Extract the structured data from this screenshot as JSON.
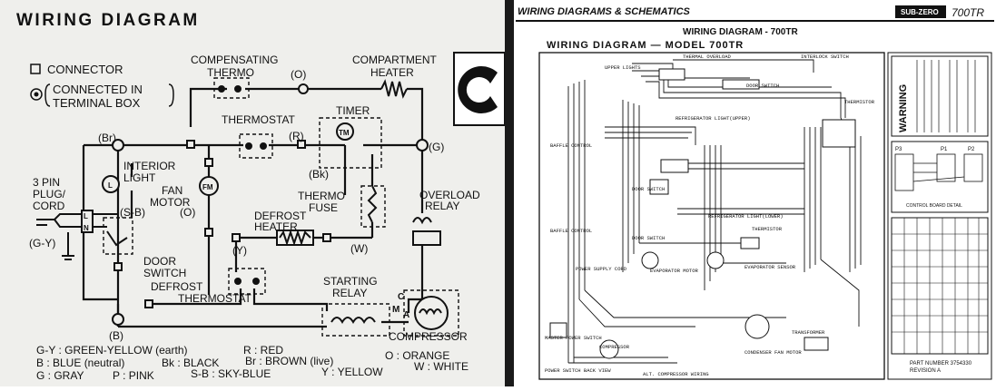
{
  "left": {
    "title": "WIRING DIAGRAM",
    "legend": {
      "connector": "CONNECTOR",
      "connected_line1": "CONNECTED IN",
      "connected_line2": "TERMINAL BOX"
    },
    "labels": {
      "compensating_thermo_1": "COMPENSATING",
      "compensating_thermo_2": "THERMO",
      "o_top": "(O)",
      "compartment_heater_1": "COMPARTMENT",
      "compartment_heater_2": "HEATER",
      "thermostat": "THERMOSTAT",
      "timer": "TIMER",
      "tm": "TM",
      "r_mid": "(R)",
      "br": "(Br)",
      "g": "(G)",
      "bk": "(Bk)",
      "interior_light_1": "INTERIOR",
      "interior_light_2": "LIGHT",
      "fan_motor_1": "FAN",
      "fan_motor_2": "MOTOR",
      "fm": "FM",
      "l_lamp": "L",
      "sb": "(S-B)",
      "o_mid": "(O)",
      "plug_1": "3 PIN",
      "plug_2": "PLUG/",
      "plug_3": "CORD",
      "gy": "(G-Y)",
      "thermo_fuse_1": "THERMO",
      "thermo_fuse_2": "FUSE",
      "defrost_heater_1": "DEFROST",
      "defrost_heater_2": "HEATER",
      "overload_relay_1": "OVERLOAD",
      "overload_relay_2": "RELAY",
      "y": "(Y)",
      "w": "(W)",
      "door_switch_1": "DOOR",
      "door_switch_2": "SWITCH",
      "defrost_thermostat_1": "DEFROST",
      "defrost_thermostat_2": "THERMOSTAT",
      "starting_relay_1": "STARTING",
      "starting_relay_2": "RELAY",
      "b": "(B)",
      "compressor": "COMPRESSOR",
      "c": "C",
      "m": "M",
      "a": "A",
      "plug_l": "L",
      "plug_n": "N"
    },
    "color_key": [
      "G-Y : GREEN-YELLOW (earth)",
      "R : RED",
      "B : BLUE (neutral)",
      "Bk : BLACK",
      "Br : BROWN (live)",
      "O : ORANGE",
      "G : GRAY",
      "P : PINK",
      "S-B : SKY-BLUE",
      "Y : YELLOW",
      "W : WHITE"
    ]
  },
  "right": {
    "header": "WIRING DIAGRAMS & SCHEMATICS",
    "brand": "SUB-ZERO",
    "model_script": "700TR",
    "subtitle": "WIRING DIAGRAM - 700TR",
    "title": "WIRING DIAGRAM — MODEL 700TR",
    "warning": "WARNING",
    "labels": {
      "thermal_overload": "THERMAL OVERLOAD",
      "interlock_switch": "INTERLOCK SWITCH",
      "upper_lights": "UPPER LIGHTS",
      "door_switch_top": "DOOR SWITCH",
      "thermistor_top": "THERMISTOR",
      "refrig_light_upper": "REFRIGERATOR LIGHT(UPPER)",
      "baffle_control_1": "BAFFLE CONTROL",
      "door_switch_mid": "DOOR SWITCH",
      "refrig_light_lower": "REFRIGERATOR LIGHT(LOWER)",
      "baffle_control_2": "BAFFLE CONTROL",
      "door_switch_low": "DOOR SWITCH",
      "thermistor_low": "THERMISTOR",
      "evaporator_motor": "EVAPORATOR MOTOR",
      "evaporator_sensor": "EVAPORATOR SENSOR",
      "power_supply_cord": "POWER SUPPLY CORD",
      "master_power_switch": "MASTER POWER SWITCH",
      "compressor": "COMPRESSOR",
      "condenser_fan_motor": "CONDENSER FAN MOTOR",
      "transformer": "TRANSFORMER",
      "alt_compressor_wiring": "ALT. COMPRESSOR WIRING",
      "power_switch_back_view": "POWER SWITCH BACK VIEW",
      "control_board_detail": "CONTROL BOARD DETAIL",
      "part_number": "PART NUMBER 3754330",
      "revision": "REVISION A",
      "p3": "P3",
      "p1": "P1",
      "p2": "P2"
    }
  },
  "colors": {
    "ink": "#111111",
    "left_bg": "#efefec",
    "right_bg": "#ffffff",
    "separator": "#1a1a1a"
  }
}
